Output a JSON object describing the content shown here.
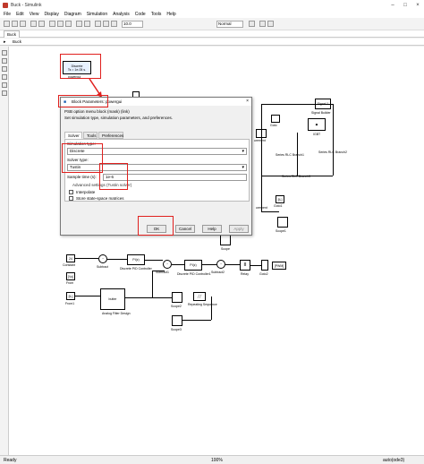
{
  "window": {
    "title": "Buck - Simulink"
  },
  "menu": [
    "File",
    "Edit",
    "View",
    "Display",
    "Diagram",
    "Simulation",
    "Analysis",
    "Code",
    "Tools",
    "Help"
  ],
  "toolbar": {
    "stop_time": "10.0",
    "mode": "Normal"
  },
  "tab": {
    "label": "Buck"
  },
  "breadcrumb": {
    "label": "Buck"
  },
  "blocks": {
    "powergui_line1": "Discrete",
    "powergui_line2": "Ts = 1e-05 s.",
    "powergui_label": "powergui",
    "signal_builder": "Signal 1",
    "signal_builder_label": "Signal Builder",
    "igbt_label": "IGBT",
    "series_rlc1": "Series RLC Branch1",
    "series_rlc2": "Series RLC Branch2",
    "series_rlc3": "Series RLC Branch3",
    "goto": "Goto",
    "goto1": "Goto1",
    "from": "From",
    "from1": "From1",
    "constant_val": "24",
    "constant": "Constant",
    "subtract": "Subtract",
    "pid1": "PI(z)",
    "pid1_label": "Discrete PID Controller",
    "subtract1": "Subtract1",
    "pid2": "PI(z)",
    "pid2_label": "Discrete PID Controller1",
    "subtract2": "Subtract2",
    "relay": "Relay",
    "goto2": "Goto2",
    "pwm": "[PWM]",
    "scope": "Scope",
    "scope1": "Scope1",
    "scope2": "Scope2",
    "scope3": "Scope3",
    "repeating": "Repeating Sequence",
    "analog_filter": "Analog Filter Design",
    "butter": "butter",
    "measurement": "urement",
    "tag_il": "[IL]",
    "tag_il2": "[IL]",
    "tag_vo": "[Vo]"
  },
  "dialog": {
    "title": "Block Parameters: powergui",
    "desc_line1": "PSB option menu block (mask) (link)",
    "desc_line2": "Set simulation type, simulation parameters, and preferences.",
    "tabs": [
      "Solver",
      "Tools",
      "Preferences"
    ],
    "simulation_type_label": "Simulation type:",
    "simulation_type_value": "Discrete",
    "solver_type_label": "Solver type:",
    "solver_type_value": "Tustin",
    "sample_time_label": "Sample time (s):",
    "sample_time_value": "1e-6",
    "advanced_link": "Advanced settings (Tustin solver)",
    "interpolate_label": "Interpolate",
    "store_label": "Store state-space matrices",
    "ok": "OK",
    "cancel": "Cancel",
    "help": "Help",
    "apply": "Apply"
  },
  "status": {
    "left": "Ready",
    "zoom": "100%",
    "solver": "auto(ode3)"
  }
}
